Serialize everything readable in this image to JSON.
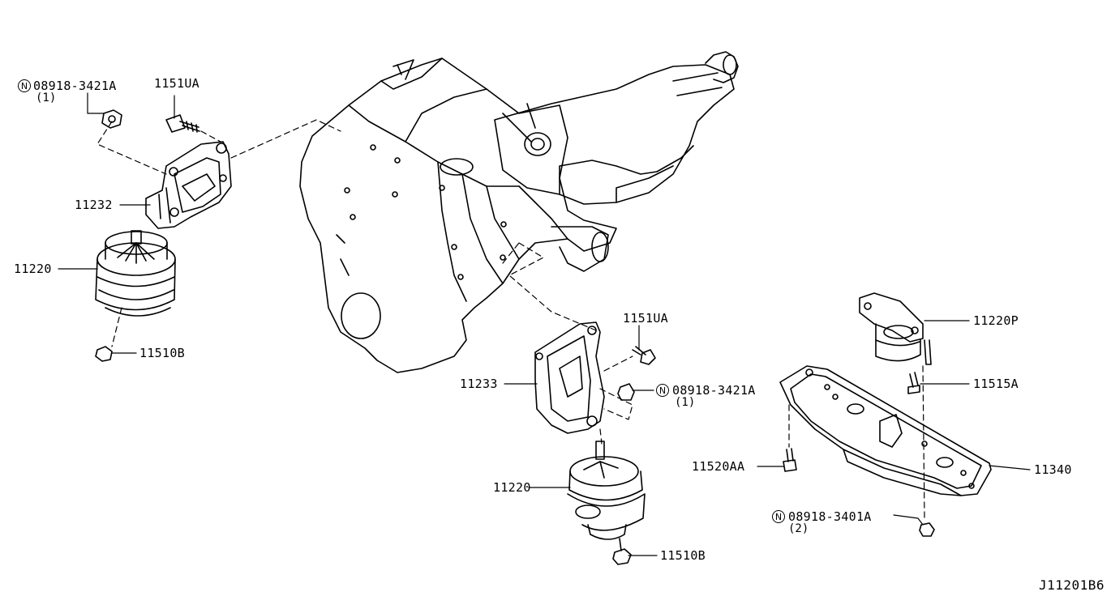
{
  "diagram_code": "J11201B6",
  "callouts": [
    {
      "id": "c1",
      "mark": "N",
      "part": "08918-3421A",
      "qty": "(1)"
    },
    {
      "id": "c2",
      "part": "1151UA"
    },
    {
      "id": "c3",
      "part": "11232"
    },
    {
      "id": "c4",
      "part": "11220"
    },
    {
      "id": "c5",
      "part": "11510B"
    },
    {
      "id": "c6",
      "part": "1151UA"
    },
    {
      "id": "c7",
      "part": "11233"
    },
    {
      "id": "c8",
      "mark": "N",
      "part": "08918-3421A",
      "qty": "(1)"
    },
    {
      "id": "c9",
      "part": "11220"
    },
    {
      "id": "c10",
      "part": "11510B"
    },
    {
      "id": "c11",
      "part": "11220P"
    },
    {
      "id": "c12",
      "part": "11515A"
    },
    {
      "id": "c13",
      "part": "11520AA"
    },
    {
      "id": "c14",
      "part": "11340"
    },
    {
      "id": "c15",
      "mark": "N",
      "part": "08918-3401A",
      "qty": "(2)"
    }
  ]
}
